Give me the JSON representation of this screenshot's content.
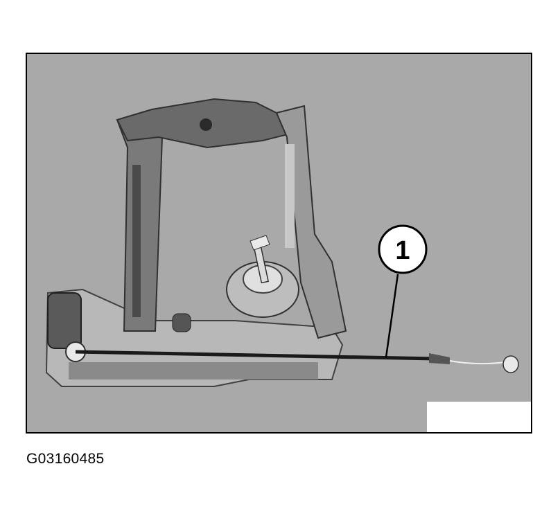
{
  "figure": {
    "callout_number": "1",
    "code": "G03160485"
  },
  "colors": {
    "background": "#a9a9a9",
    "frame_border": "#000000",
    "mechanism_light": "#d0d0d0",
    "mechanism_dark": "#303030"
  },
  "icons": [
    "callout-circle",
    "cable-line"
  ]
}
